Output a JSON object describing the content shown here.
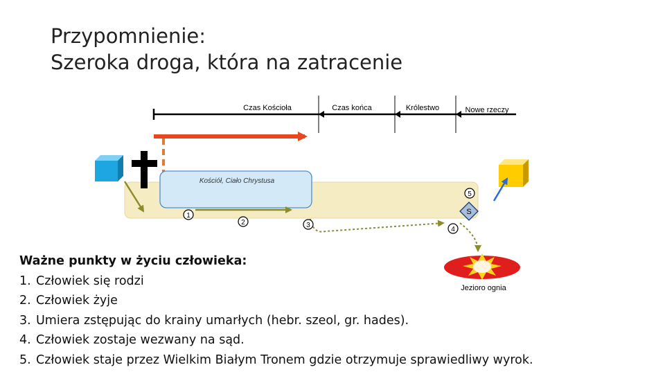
{
  "title": {
    "line1": "Przypomnienie:",
    "line2": "Szeroka droga, która na zatracenie"
  },
  "timeline": {
    "labels": [
      "Czas Kościoła",
      "Czas końca",
      "Królestwo",
      "Nowe rzeczy"
    ]
  },
  "church_label": "Kościół, Ciało Chrystusa",
  "markers": [
    "1",
    "2",
    "3",
    "4",
    "5"
  ],
  "judgment_letter": "S",
  "lake_label": "Jezioro ognia",
  "points": {
    "heading": "Ważne punkty w życiu człowieka:",
    "items": [
      {
        "num": "1.",
        "text": "Człowiek się rodzi"
      },
      {
        "num": "2.",
        "text": "Człowiek żyje"
      },
      {
        "num": "3.",
        "text": "Umiera zstępując do krainy umarłych (hebr. szeol, gr. hades)."
      },
      {
        "num": "4.",
        "text": "Człowiek zostaje wezwany na sąd."
      },
      {
        "num": "5.",
        "text": "Człowiek staje przez Wielkim Białym Tronem gdzie otrzymuje sprawiedliwy wyrok."
      }
    ]
  },
  "colors": {
    "red_arrow": "#e8461e",
    "dashed_arrow": "#e07b39",
    "road": "#f6ecc4",
    "church_box": "#d4e9f8",
    "church_border": "#4a90d0",
    "blue_cube": "#1ea6e0",
    "yellow_cube": "#ffcc00",
    "olive_arrow": "#8c8c2a",
    "lake": "#e01e1e",
    "judgment_diamond": "#a8bedc"
  }
}
